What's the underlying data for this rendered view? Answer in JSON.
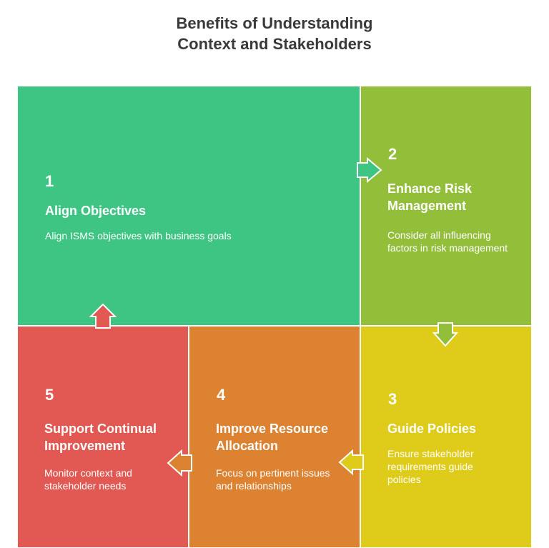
{
  "title_line1": "Benefits of Understanding",
  "title_line2": "Context and Stakeholders",
  "colors": {
    "align": "#3FC583",
    "risk": "#92BE3A",
    "policies": "#DFCB1A",
    "resource": "#DC8230",
    "improve": "#E25852"
  },
  "steps": [
    {
      "number": "1",
      "title": "Align Objectives",
      "desc": "Align ISMS objectives with business goals"
    },
    {
      "number": "2",
      "title": "Enhance Risk Management",
      "desc": "Consider all influencing factors in risk management"
    },
    {
      "number": "3",
      "title": "Guide Policies",
      "desc": "Ensure stakeholder requirements guide policies"
    },
    {
      "number": "4",
      "title": "Improve Resource Allocation",
      "desc": "Focus on pertinent issues and relationships"
    },
    {
      "number": "5",
      "title": "Support Continual Improvement",
      "desc": "Monitor context and stakeholder needs"
    }
  ]
}
